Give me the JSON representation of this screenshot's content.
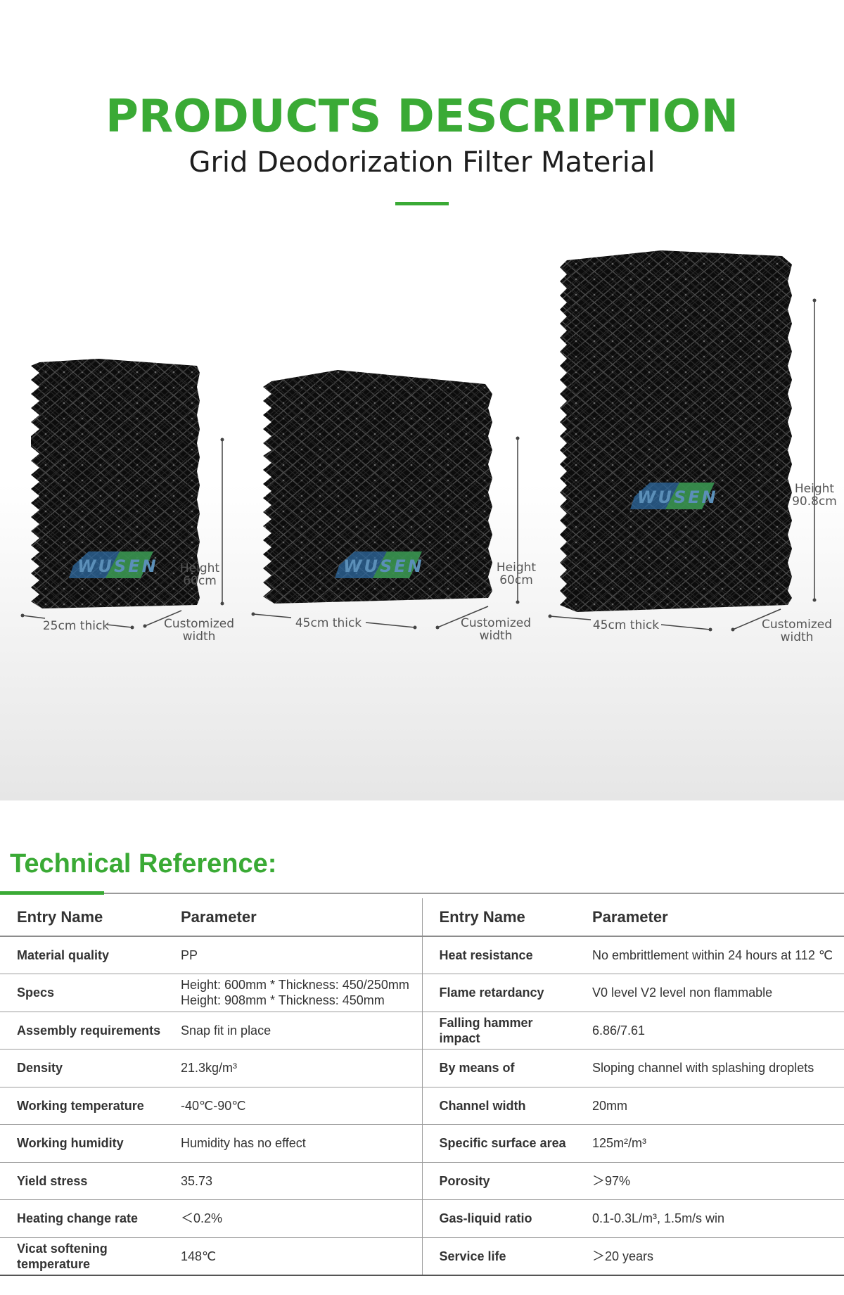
{
  "header": {
    "title": "PRODUCTS DESCRIPTION",
    "subtitle": "Grid Deodorization Filter Material"
  },
  "colors": {
    "accent": "#3aaa35",
    "filter_black": "#0d0d0d",
    "text_dark": "#222222"
  },
  "products": [
    {
      "logo": "WUSEN",
      "height_label": "Height",
      "height_value": "60cm",
      "thickness_label": "25cm thick",
      "width_label_1": "Customized",
      "width_label_2": "width"
    },
    {
      "logo": "WUSEN",
      "height_label": "Height",
      "height_value": "60cm",
      "thickness_label": "45cm thick",
      "width_label_1": "Customized",
      "width_label_2": "width"
    },
    {
      "logo": "WUSEN",
      "height_label": "Height",
      "height_value": "90.8cm",
      "thickness_label": "45cm thick",
      "width_label_1": "Customized",
      "width_label_2": "width"
    }
  ],
  "tech": {
    "heading": "Technical Reference:",
    "columns": [
      "Entry Name",
      "Parameter",
      "Entry Name",
      "Parameter"
    ],
    "rows": [
      {
        "left_name": "Material quality",
        "left_value": "PP",
        "left_value2": "",
        "right_name": "Heat resistance",
        "right_value": "No embrittlement within 24 hours at 112 ℃"
      },
      {
        "left_name": "Specs",
        "left_value": "Height: 600mm * Thickness: 450/250mm",
        "left_value2": "Height: 908mm * Thickness: 450mm",
        "right_name": "Flame retardancy",
        "right_value": "V0 level V2 level non flammable"
      },
      {
        "left_name": "Assembly requirements",
        "left_value": "Snap fit in place",
        "left_value2": "",
        "right_name": "Falling hammer impact",
        "right_value": "6.86/7.61"
      },
      {
        "left_name": "Density",
        "left_value": "21.3kg/m³",
        "left_value2": "",
        "right_name": "By means of",
        "right_value": "Sloping channel with splashing droplets"
      },
      {
        "left_name": "Working temperature",
        "left_value": "-40℃-90℃",
        "left_value2": "",
        "right_name": "Channel width",
        "right_value": "20mm"
      },
      {
        "left_name": "Working humidity",
        "left_value": "Humidity has no effect",
        "left_value2": "",
        "right_name": "Specific surface area",
        "right_value": "125m²/m³"
      },
      {
        "left_name": "Yield stress",
        "left_value": "35.73",
        "left_value2": "",
        "right_name": "Porosity",
        "right_value": "＞97%"
      },
      {
        "left_name": "Heating change rate",
        "left_value": "＜0.2%",
        "left_value2": "",
        "right_name": "Gas-liquid ratio",
        "right_value": "0.1-0.3L/m³, 1.5m/s win"
      },
      {
        "left_name": "Vicat softening temperature",
        "left_value": "148℃",
        "left_value2": "",
        "right_name": "Service life",
        "right_value": "＞20 years"
      }
    ]
  }
}
